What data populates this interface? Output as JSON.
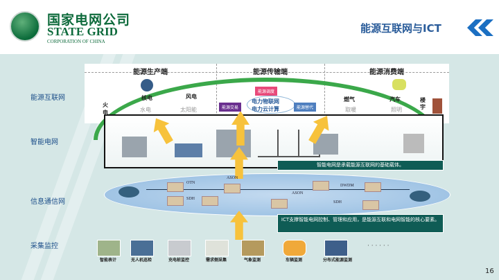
{
  "header": {
    "logo_cn": "国家电网公司",
    "logo_en": "STATE GRID",
    "logo_sub": "CORPORATION OF CHINA",
    "title": "能源互联网与ICT"
  },
  "layers": [
    "能源互联网",
    "智能电网",
    "信息通信网",
    "采集监控"
  ],
  "energy": {
    "segments": [
      "能源生产端",
      "能源传输端",
      "能源消费端"
    ],
    "producers": [
      "火电",
      "核电",
      "风电",
      "水电",
      "太阳能"
    ],
    "transmission": {
      "dispatch": "能源调度",
      "trade": "能源交易",
      "substitute": "能源替代",
      "center_line1": "电力物联网",
      "center_line2": "电力云计算"
    },
    "consumers": [
      "燃气",
      "汽车",
      "楼宇",
      "取暖",
      "照明"
    ]
  },
  "callouts": [
    "智能电网是承载能源互联网的基础载体。",
    "ICT支撑智能电网控制、管理和应用，是能源互联和电网智能的核心要素。"
  ],
  "network_labels": [
    "OTN",
    "SDH",
    "ASON",
    "ASON",
    "DWDM",
    "SDH"
  ],
  "monitoring": [
    "智能表计",
    "无人机巡检",
    "充电桩监控",
    "需求侧采集",
    "气象监测",
    "车辆监测",
    "分布式能源监测"
  ],
  "more": "· · · · · ·",
  "page_number": "16"
}
